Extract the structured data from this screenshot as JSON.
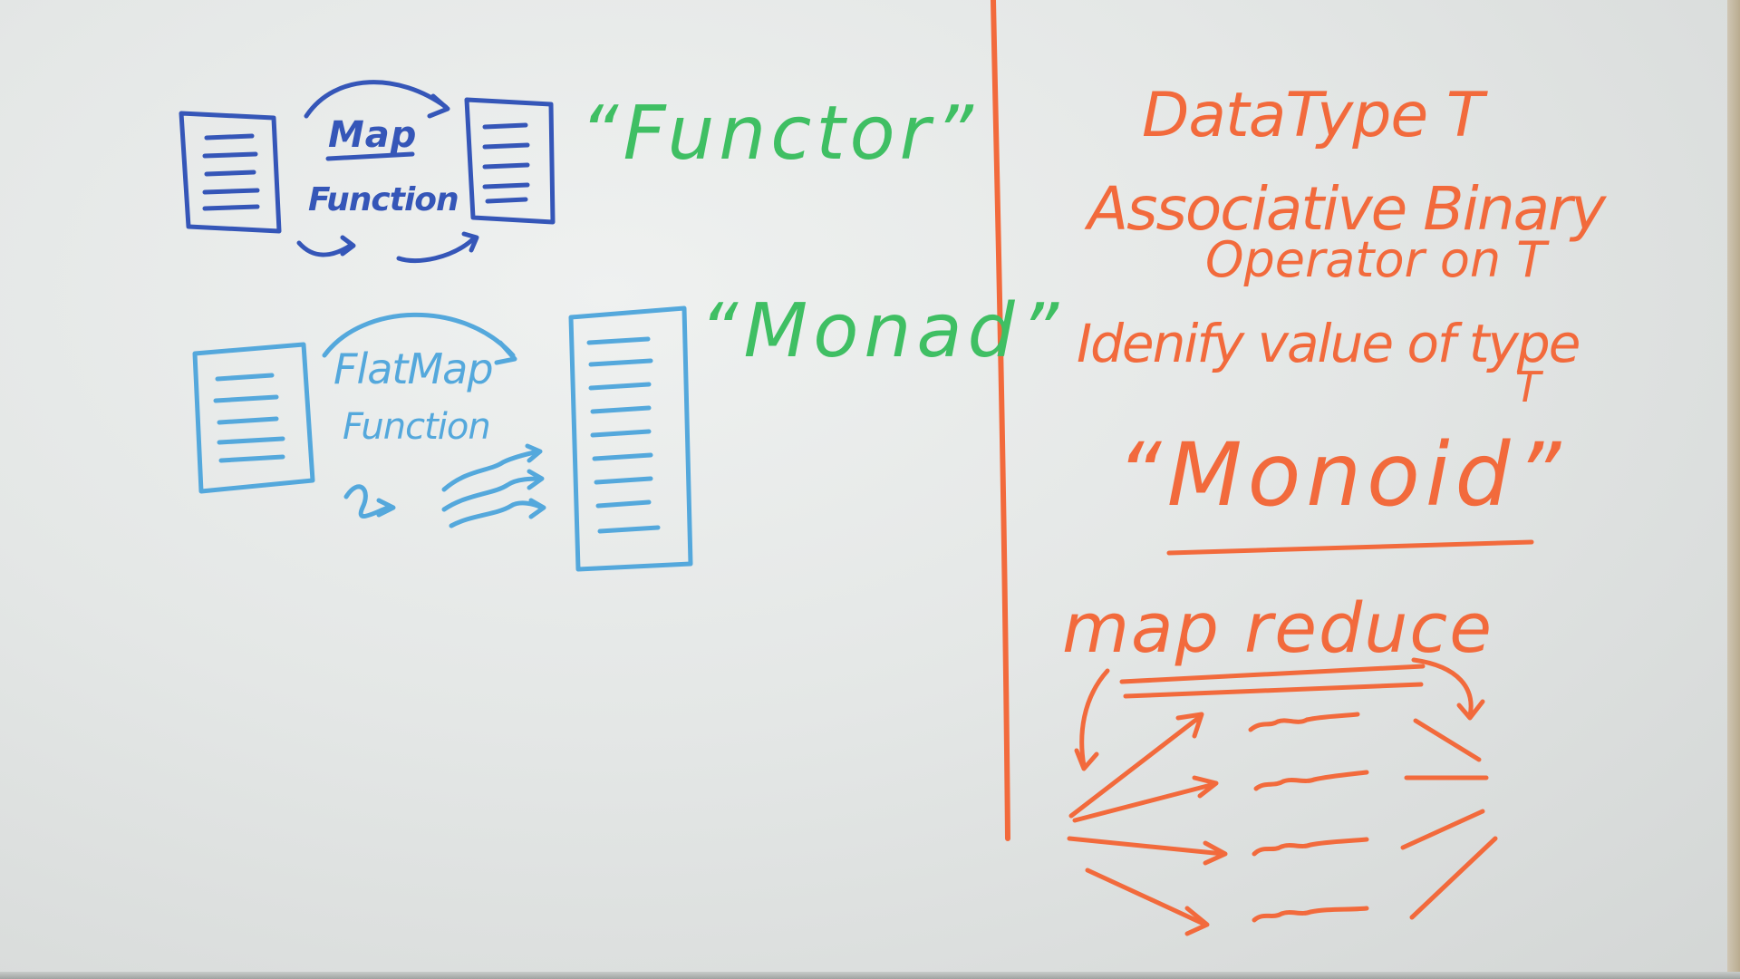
{
  "left_panel": {
    "functor_diagram": {
      "arrow_label_line1": "Map",
      "arrow_label_line2": "Function",
      "term": "“Functor”"
    },
    "monad_diagram": {
      "arrow_label_line1": "FlatMap",
      "arrow_label_line2": "Function",
      "term": "“Monad”"
    }
  },
  "right_panel": {
    "definition_lines": [
      "DataType T",
      "Associative Binary",
      "Operator on T",
      "Idenify value of type",
      "T"
    ],
    "term": "“Monoid”",
    "section_title": "map reduce"
  },
  "colors": {
    "dark_blue_marker": "#3556b8",
    "light_blue_marker": "#54a8dc",
    "green_marker": "#3fbf63",
    "orange_marker": "#f26a3c"
  }
}
